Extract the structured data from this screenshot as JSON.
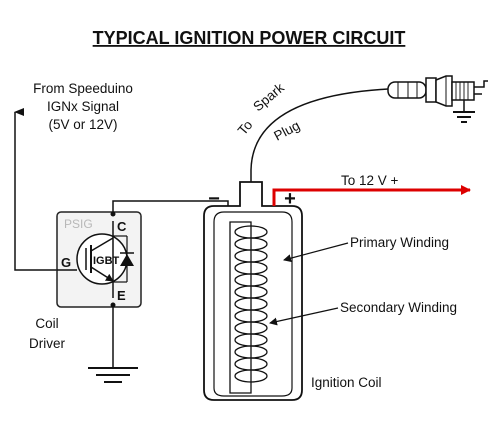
{
  "title": "TYPICAL IGNITION POWER CIRCUIT",
  "signal_label": {
    "line1": "From Speeduino",
    "line2": "IGNx Signal",
    "line3": "(5V or 12V)"
  },
  "spark_label": {
    "word1": "To",
    "word2": "Spark",
    "word3": "Plug"
  },
  "supply_label": "To 12 V +",
  "coil": {
    "minus": "−",
    "plus": "+",
    "primary_label": "Primary Winding",
    "secondary_label": "Secondary Winding",
    "caption": "Ignition Coil"
  },
  "driver": {
    "watermark": "PSIG",
    "pin_c": "C",
    "pin_g": "G",
    "pin_e": "E",
    "device": "IGBT",
    "caption_line1": "Coil",
    "caption_line2": "Driver"
  },
  "colors": {
    "supply_wire": "#dd0000",
    "wire": "#111111",
    "driver_box_fill": "#f3f3f3"
  }
}
